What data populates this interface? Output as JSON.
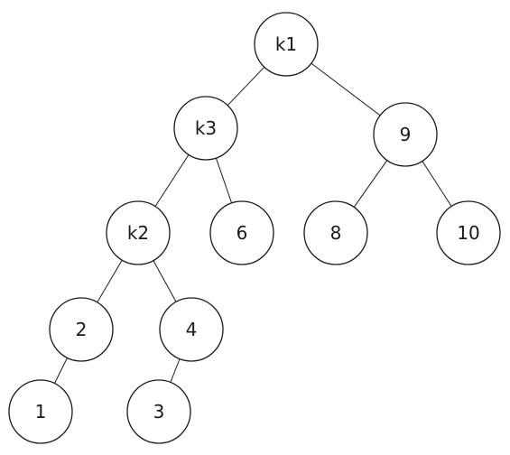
{
  "tree": {
    "nodes": [
      {
        "id": "k1",
        "label": "k1"
      },
      {
        "id": "k3",
        "label": "k3"
      },
      {
        "id": "n9",
        "label": "9"
      },
      {
        "id": "k2",
        "label": "k2"
      },
      {
        "id": "n6",
        "label": "6"
      },
      {
        "id": "n8",
        "label": "8"
      },
      {
        "id": "n10",
        "label": "10"
      },
      {
        "id": "n2",
        "label": "2"
      },
      {
        "id": "n4",
        "label": "4"
      },
      {
        "id": "n1",
        "label": "1"
      },
      {
        "id": "n3",
        "label": "3"
      }
    ],
    "edges": [
      {
        "from": "k1",
        "to": "k3"
      },
      {
        "from": "k1",
        "to": "n9"
      },
      {
        "from": "k3",
        "to": "k2"
      },
      {
        "from": "k3",
        "to": "n6"
      },
      {
        "from": "n9",
        "to": "n8"
      },
      {
        "from": "n9",
        "to": "n10"
      },
      {
        "from": "k2",
        "to": "n2"
      },
      {
        "from": "k2",
        "to": "n4"
      },
      {
        "from": "n2",
        "to": "n1"
      },
      {
        "from": "n4",
        "to": "n3"
      }
    ]
  }
}
